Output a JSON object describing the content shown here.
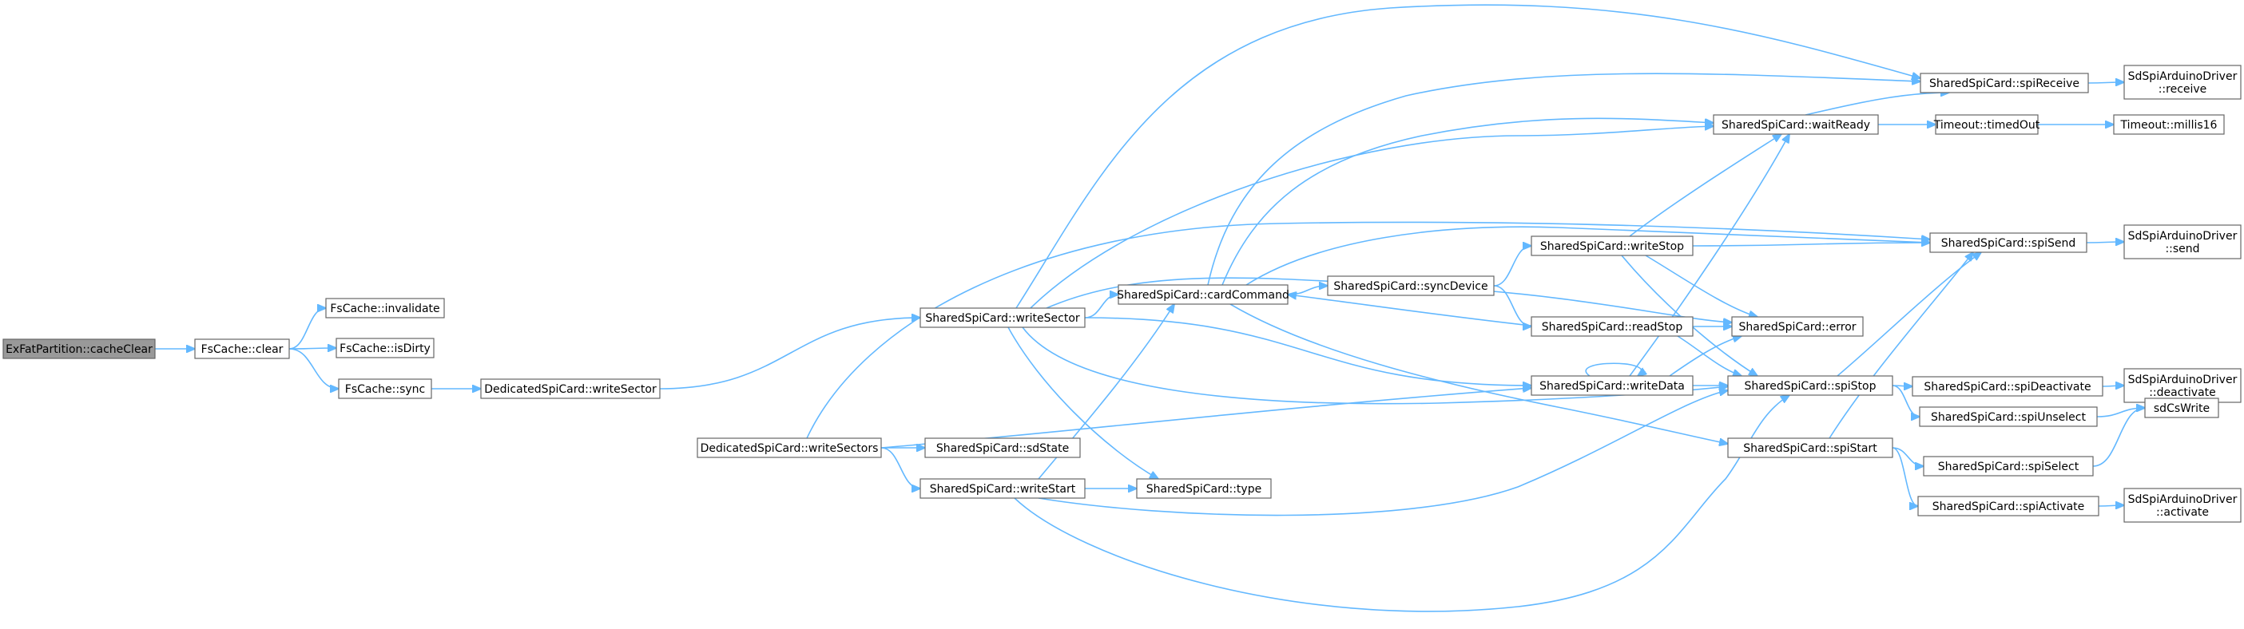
{
  "diagram": {
    "edge_color": "#63b8ff",
    "node_border_color": "#666666",
    "root_fill_color": "#999999",
    "nodes": [
      {
        "id": "n0",
        "lines": [
          "ExFatPartition::cacheClear"
        ],
        "root": true
      },
      {
        "id": "n1",
        "lines": [
          "FsCache::clear"
        ]
      },
      {
        "id": "n2",
        "lines": [
          "FsCache::invalidate"
        ]
      },
      {
        "id": "n3",
        "lines": [
          "FsCache::isDirty"
        ]
      },
      {
        "id": "n4",
        "lines": [
          "FsCache::sync"
        ]
      },
      {
        "id": "n5",
        "lines": [
          "DedicatedSpiCard::writeSector"
        ]
      },
      {
        "id": "n6",
        "lines": [
          "DedicatedSpiCard::writeSectors"
        ]
      },
      {
        "id": "n7",
        "lines": [
          "SharedSpiCard::writeSector"
        ]
      },
      {
        "id": "n8",
        "lines": [
          "SharedSpiCard::sdState"
        ]
      },
      {
        "id": "n9",
        "lines": [
          "SharedSpiCard::writeStart"
        ]
      },
      {
        "id": "n10",
        "lines": [
          "SharedSpiCard::cardCommand"
        ]
      },
      {
        "id": "n11",
        "lines": [
          "SharedSpiCard::type"
        ]
      },
      {
        "id": "n12",
        "lines": [
          "SharedSpiCard::syncDevice"
        ]
      },
      {
        "id": "n13",
        "lines": [
          "SharedSpiCard::writeStop"
        ]
      },
      {
        "id": "n14",
        "lines": [
          "SharedSpiCard::readStop"
        ]
      },
      {
        "id": "n15",
        "lines": [
          "SharedSpiCard::writeData"
        ]
      },
      {
        "id": "n16",
        "lines": [
          "SharedSpiCard::waitReady"
        ]
      },
      {
        "id": "n17",
        "lines": [
          "SharedSpiCard::spiStart"
        ]
      },
      {
        "id": "n18",
        "lines": [
          "SharedSpiCard::error"
        ]
      },
      {
        "id": "n19",
        "lines": [
          "SharedSpiCard::spiStop"
        ]
      },
      {
        "id": "n20",
        "lines": [
          "SharedSpiCard::spiReceive"
        ]
      },
      {
        "id": "n21",
        "lines": [
          "Timeout::timedOut"
        ]
      },
      {
        "id": "n22",
        "lines": [
          "SharedSpiCard::spiSend"
        ]
      },
      {
        "id": "n23",
        "lines": [
          "SharedSpiCard::spiDeactivate"
        ]
      },
      {
        "id": "n24",
        "lines": [
          "SharedSpiCard::spiUnselect"
        ]
      },
      {
        "id": "n25",
        "lines": [
          "SharedSpiCard::spiSelect"
        ]
      },
      {
        "id": "n26",
        "lines": [
          "SharedSpiCard::spiActivate"
        ]
      },
      {
        "id": "n27",
        "lines": [
          "SdSpiArduinoDriver",
          "::receive"
        ]
      },
      {
        "id": "n28",
        "lines": [
          "Timeout::millis16"
        ]
      },
      {
        "id": "n29",
        "lines": [
          "SdSpiArduinoDriver",
          "::send"
        ]
      },
      {
        "id": "n30",
        "lines": [
          "SdSpiArduinoDriver",
          "::deactivate"
        ]
      },
      {
        "id": "n31",
        "lines": [
          "sdCsWrite"
        ]
      },
      {
        "id": "n32",
        "lines": [
          "SdSpiArduinoDriver",
          "::activate"
        ]
      }
    ],
    "edges": [
      [
        "n0",
        "n1"
      ],
      [
        "n1",
        "n2"
      ],
      [
        "n1",
        "n3"
      ],
      [
        "n1",
        "n4"
      ],
      [
        "n4",
        "n5"
      ],
      [
        "n5",
        "n7"
      ],
      [
        "n6",
        "n9"
      ],
      [
        "n6",
        "n8"
      ],
      [
        "n6",
        "n15"
      ],
      [
        "n6",
        "n22"
      ],
      [
        "n7",
        "n10"
      ],
      [
        "n7",
        "n20"
      ],
      [
        "n7",
        "n16"
      ],
      [
        "n7",
        "n18"
      ],
      [
        "n7",
        "n15"
      ],
      [
        "n7",
        "n19"
      ],
      [
        "n7",
        "n11"
      ],
      [
        "n9",
        "n10"
      ],
      [
        "n9",
        "n11"
      ],
      [
        "n9",
        "n19"
      ],
      [
        "n9",
        "n17"
      ],
      [
        "n10",
        "n12"
      ],
      [
        "n10",
        "n16"
      ],
      [
        "n10",
        "n20"
      ],
      [
        "n10",
        "n22"
      ],
      [
        "n10",
        "n17"
      ],
      [
        "n12",
        "n13"
      ],
      [
        "n12",
        "n14"
      ],
      [
        "n14",
        "n10"
      ],
      [
        "n14",
        "n18"
      ],
      [
        "n14",
        "n19"
      ],
      [
        "n13",
        "n16"
      ],
      [
        "n13",
        "n22"
      ],
      [
        "n13",
        "n18"
      ],
      [
        "n13",
        "n19"
      ],
      [
        "n15",
        "n15"
      ],
      [
        "n15",
        "n16"
      ],
      [
        "n15",
        "n18"
      ],
      [
        "n15",
        "n19"
      ],
      [
        "n16",
        "n20"
      ],
      [
        "n16",
        "n21"
      ],
      [
        "n21",
        "n28"
      ],
      [
        "n20",
        "n27"
      ],
      [
        "n22",
        "n29"
      ],
      [
        "n19",
        "n22"
      ],
      [
        "n19",
        "n23"
      ],
      [
        "n19",
        "n24"
      ],
      [
        "n17",
        "n22"
      ],
      [
        "n17",
        "n25"
      ],
      [
        "n17",
        "n26"
      ],
      [
        "n23",
        "n30"
      ],
      [
        "n24",
        "n31"
      ],
      [
        "n25",
        "n31"
      ],
      [
        "n26",
        "n32"
      ]
    ]
  }
}
